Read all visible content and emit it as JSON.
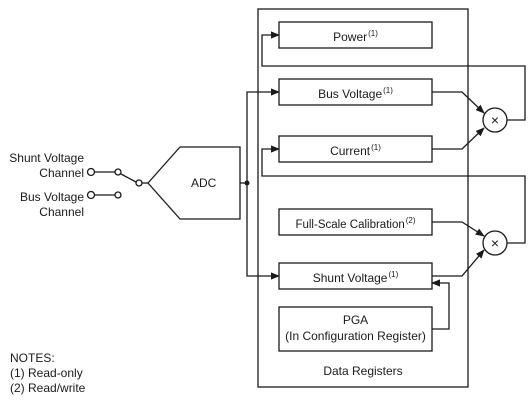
{
  "inputs": {
    "shunt_line1": "Shunt Voltage",
    "shunt_line2": "Channel",
    "bus_line1": "Bus Voltage",
    "bus_line2": "Channel"
  },
  "adc_label": "ADC",
  "registers": {
    "power": "Power",
    "power_note": "(1)",
    "bus_voltage": "Bus Voltage",
    "bus_voltage_note": "(1)",
    "current": "Current",
    "current_note": "(1)",
    "calibration": "Full-Scale Calibration",
    "calibration_note": "(2)",
    "shunt_voltage": "Shunt Voltage",
    "shunt_voltage_note": "(1)",
    "pga_line1": "PGA",
    "pga_line2": "(In Configuration Register)"
  },
  "block_title": "Data Registers",
  "multiplier_symbol": "×",
  "notes": {
    "heading": "NOTES:",
    "read_only": "(1) Read-only",
    "read_write": "(2) Read/write"
  },
  "colors": {
    "line": "#1a1a1a",
    "background": "#ffffff"
  }
}
